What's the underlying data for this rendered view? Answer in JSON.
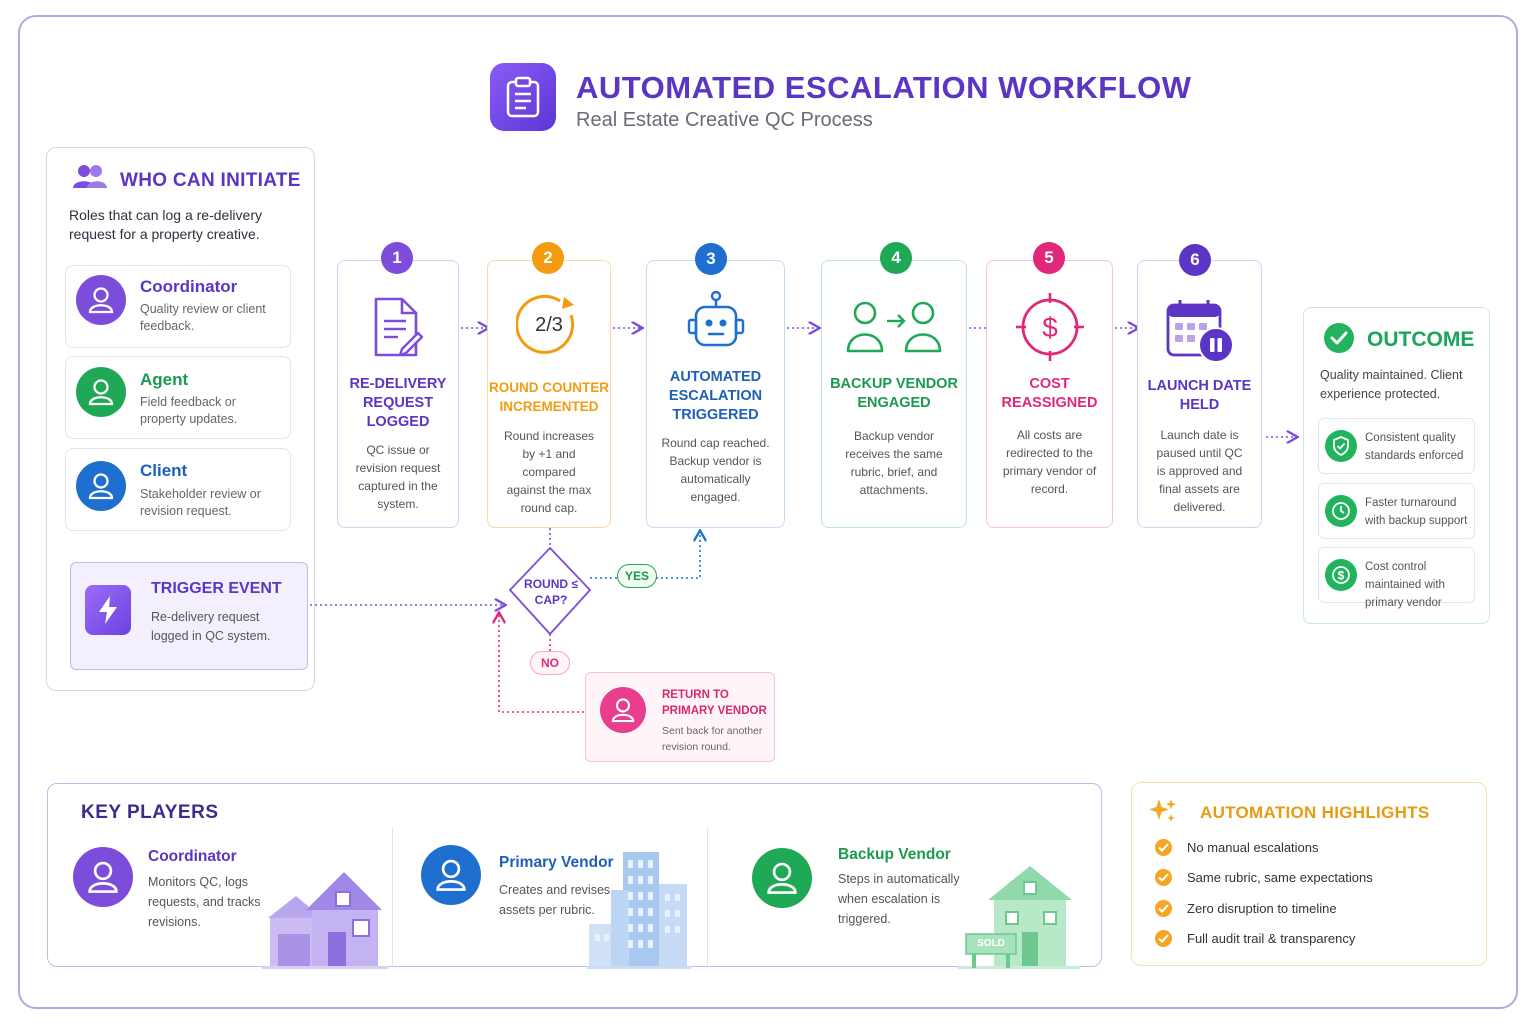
{
  "header": {
    "title": "AUTOMATED  ESCALATION WORKFLOW",
    "subtitle": "Real Estate Creative QC Process"
  },
  "who_can_initiate": {
    "title": "WHO CAN INITIATE",
    "description": "Roles that can log a re-delivery request for a property creative.",
    "roles": [
      {
        "name": "Coordinator",
        "description": "Quality review or client feedback.",
        "color": "#7c4ddb"
      },
      {
        "name": "Agent",
        "description": "Field feedback or property updates.",
        "color": "#1fa855"
      },
      {
        "name": "Client",
        "description": "Stakeholder review or revision request.",
        "color": "#1e6fd0"
      }
    ],
    "trigger": {
      "title": "TRIGGER EVENT",
      "description": "Re-delivery request logged in QC system."
    }
  },
  "steps": [
    {
      "number": "1",
      "title": "RE-DELIVERY REQUEST LOGGED",
      "description": "QC issue or revision request captured in the system.",
      "color": "#7c4ddb",
      "icon": "document-edit-icon"
    },
    {
      "number": "2",
      "title": "ROUND COUNTER INCREMENTED",
      "description": "Round increases by +1 and compared against the max round cap.",
      "color": "#f39c12",
      "icon": "counter-icon",
      "counter_text": "2/3"
    },
    {
      "number": "3",
      "title": "AUTOMATED ESCALATION TRIGGERED",
      "description": "Round cap reached. Backup vendor is automatically engaged.",
      "color": "#1e6fd0",
      "icon": "robot-icon"
    },
    {
      "number": "4",
      "title": "BACKUP VENDOR ENGAGED",
      "description": "Backup vendor receives the same rubric, brief, and attachments.",
      "color": "#1fa855",
      "icon": "handoff-icon"
    },
    {
      "number": "5",
      "title": "COST REASSIGNED",
      "description": "All costs are redirected to the primary vendor of record.",
      "color": "#e0287a",
      "icon": "dollar-target-icon"
    },
    {
      "number": "6",
      "title": "LAUNCH DATE HELD",
      "description": "Launch date is paused until QC is approved and final assets are delivered.",
      "color": "#5b35c4",
      "icon": "calendar-pause-icon"
    }
  ],
  "decision": {
    "label": "ROUND ≤ CAP?",
    "yes": "YES",
    "no": "NO"
  },
  "return_to_primary": {
    "title": "RETURN TO PRIMARY VENDOR",
    "description": "Sent back for another revision round."
  },
  "outcome": {
    "title": "OUTCOME",
    "description": "Quality maintained. Client experience protected.",
    "items": [
      {
        "text": "Consistent quality standards enforced",
        "icon": "shield-check-icon"
      },
      {
        "text": "Faster turnaround with backup support",
        "icon": "clock-icon"
      },
      {
        "text": "Cost control maintained with primary vendor",
        "icon": "dollar-icon"
      }
    ]
  },
  "key_players": {
    "title": "KEY PLAYERS",
    "players": [
      {
        "name": "Coordinator",
        "description": "Monitors QC, logs requests, and tracks revisions.",
        "color": "#7c4ddb"
      },
      {
        "name": "Primary Vendor",
        "description": "Creates and revises assets per rubric.",
        "color": "#1e6fd0"
      },
      {
        "name": "Backup Vendor",
        "description": "Steps in automatically when escalation is triggered.",
        "color": "#1fa855"
      }
    ],
    "sold_sign": "SOLD"
  },
  "automation_highlights": {
    "title": "AUTOMATION HIGHLIGHTS",
    "items": [
      "No manual escalations",
      "Same rubric, same expectations",
      "Zero disruption to timeline",
      "Full audit trail & transparency"
    ]
  }
}
